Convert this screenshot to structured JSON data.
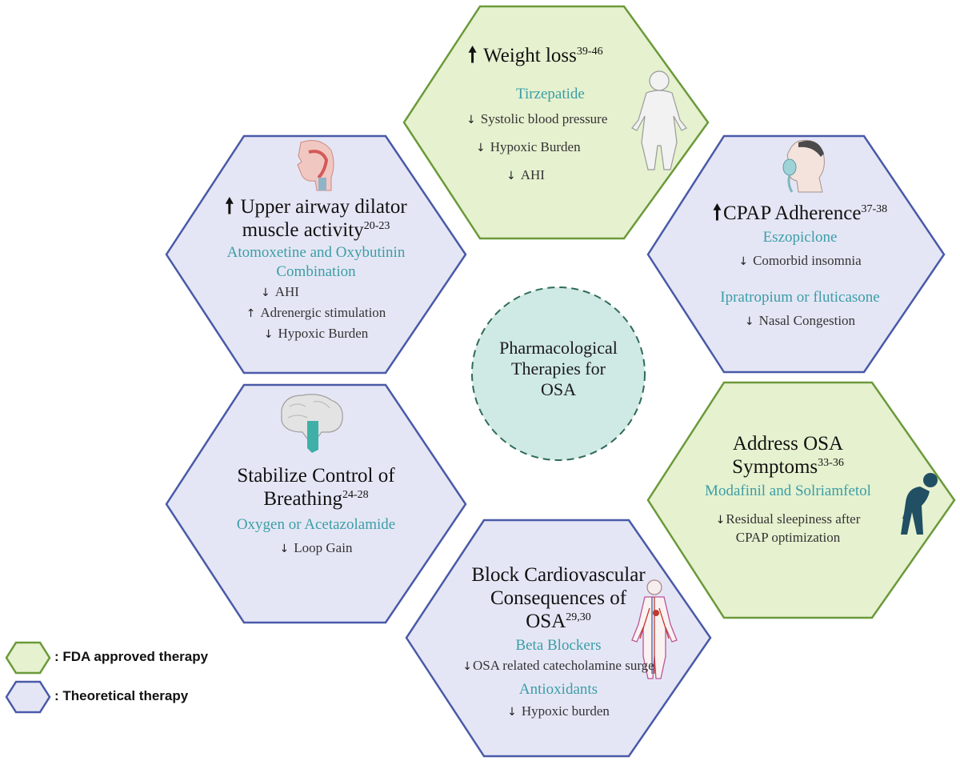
{
  "colors": {
    "fda_fill": "#e6f1cf",
    "fda_stroke": "#6b9a3a",
    "theory_fill": "#e5e6f5",
    "theory_stroke": "#4a5aa8",
    "center_fill": "#cfe9e4",
    "center_stroke": "#2f6b57",
    "drug_text": "#3a9ea7"
  },
  "center": {
    "line1": "Pharmacological",
    "line2": "Therapies for",
    "line3": "OSA"
  },
  "weight_loss": {
    "title": "Weight loss",
    "ref": "39-46",
    "drug": "Tirzepatide",
    "effects": [
      "Systolic blood pressure",
      "Hypoxic Burden",
      "AHI"
    ]
  },
  "upper_airway": {
    "title_line1": "Upper airway dilator",
    "title_line2": "muscle activity",
    "ref": "20-23",
    "drug_line1": "Atomoxetine and Oxybutinin",
    "drug_line2": "Combination",
    "effects": [
      "AHI",
      "Adrenergic stimulation",
      "Hypoxic Burden"
    ]
  },
  "cpap": {
    "title": "CPAP Adherence",
    "ref": "37-38",
    "drug1": "Eszopiclone",
    "effect1": "Comorbid insomnia",
    "drug2": "Ipratropium or fluticasone",
    "effect2": "Nasal Congestion"
  },
  "breathing": {
    "title_line1": "Stabilize Control of",
    "title_line2": "Breathing",
    "ref": "24-28",
    "drug": "Oxygen or Acetazolamide",
    "effect": "Loop Gain"
  },
  "symptoms": {
    "title_line1": "Address OSA",
    "title_line2": "Symptoms",
    "ref": "33-36",
    "drug": "Modafinil and Solriamfetol",
    "effect_line1": "Residual sleepiness after",
    "effect_line2": "CPAP optimization"
  },
  "cardio": {
    "title_line1": "Block Cardiovascular",
    "title_line2": "Consequences of",
    "title_line3": "OSA",
    "ref": "29,30",
    "drug1": "Beta Blockers",
    "effect1": "OSA related catecholamine surge",
    "drug2": "Antioxidants",
    "effect2": "Hypoxic burden"
  },
  "arrows": {
    "up": "🠕",
    "down": "↓",
    "up_small": "↑"
  },
  "legend": {
    "fda": ": FDA approved therapy",
    "theory": ": Theoretical therapy"
  }
}
